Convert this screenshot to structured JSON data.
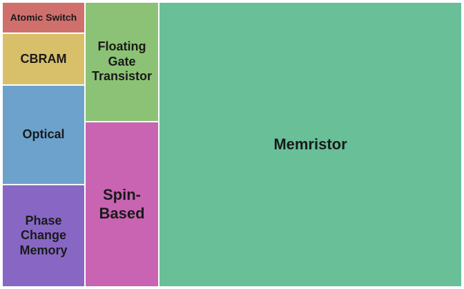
{
  "chart_data": {
    "type": "treemap",
    "items": [
      {
        "label": "Memristor",
        "color": "#68bf98"
      },
      {
        "label": "Spin-Based",
        "color": "#c864b2"
      },
      {
        "label": "Floating Gate Transistor",
        "color": "#8cc275"
      },
      {
        "label": "Phase Change Memory",
        "color": "#8767c3"
      },
      {
        "label": "Optical",
        "color": "#6ca2cc"
      },
      {
        "label": "CBRAM",
        "color": "#d8bf6a"
      },
      {
        "label": "Atomic Switch",
        "color": "#d0706d"
      }
    ]
  }
}
